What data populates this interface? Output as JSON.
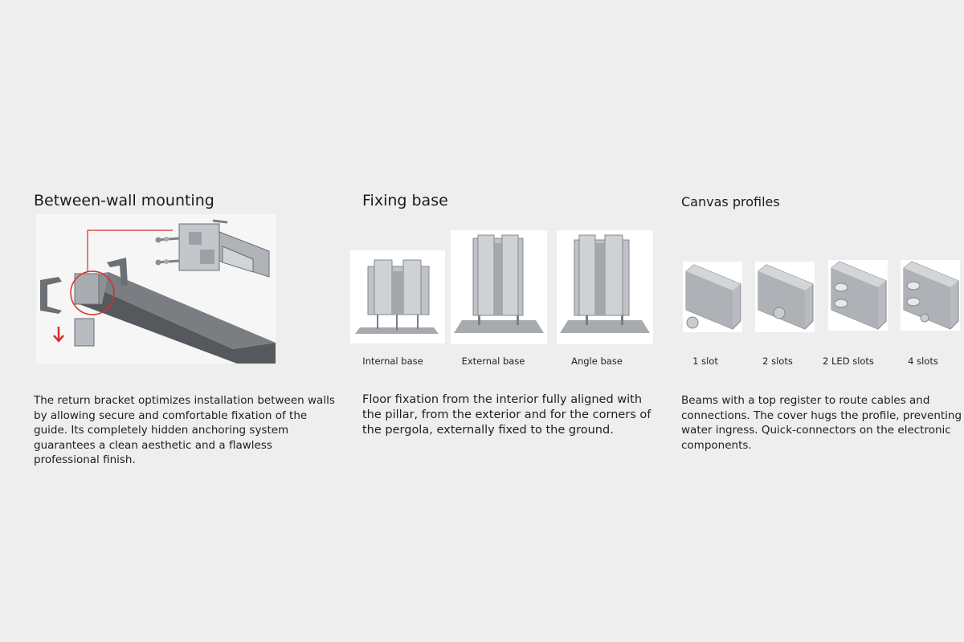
{
  "sections": [
    {
      "title": "Between-wall mounting",
      "description": "The return bracket optimizes installation between walls by allowing secure and comfortable fixation of the guide. Its completely hidden anchoring system guarantees a clean aesthetic and a flawless professional finish."
    },
    {
      "title": "Fixing base",
      "items": [
        "Internal base",
        "External base",
        "Angle base"
      ],
      "description": "Floor fixation from the interior fully aligned with the pillar, from the exterior and for the corners of the pergola, externally fixed to the ground."
    },
    {
      "title": "Canvas profiles",
      "items": [
        "1 slot",
        "2 slots",
        "2 LED slots",
        "4 slots"
      ],
      "description": "Beams with a top register to route cables and connections. The cover hugs the profile, preventing water ingress. Quick-connectors on the electronic components."
    }
  ],
  "colors": {
    "background": "#eeeeee",
    "accent_red": "#d9302a",
    "profile_gray": "#b4b7bb",
    "beam_dark": "#55585c"
  }
}
